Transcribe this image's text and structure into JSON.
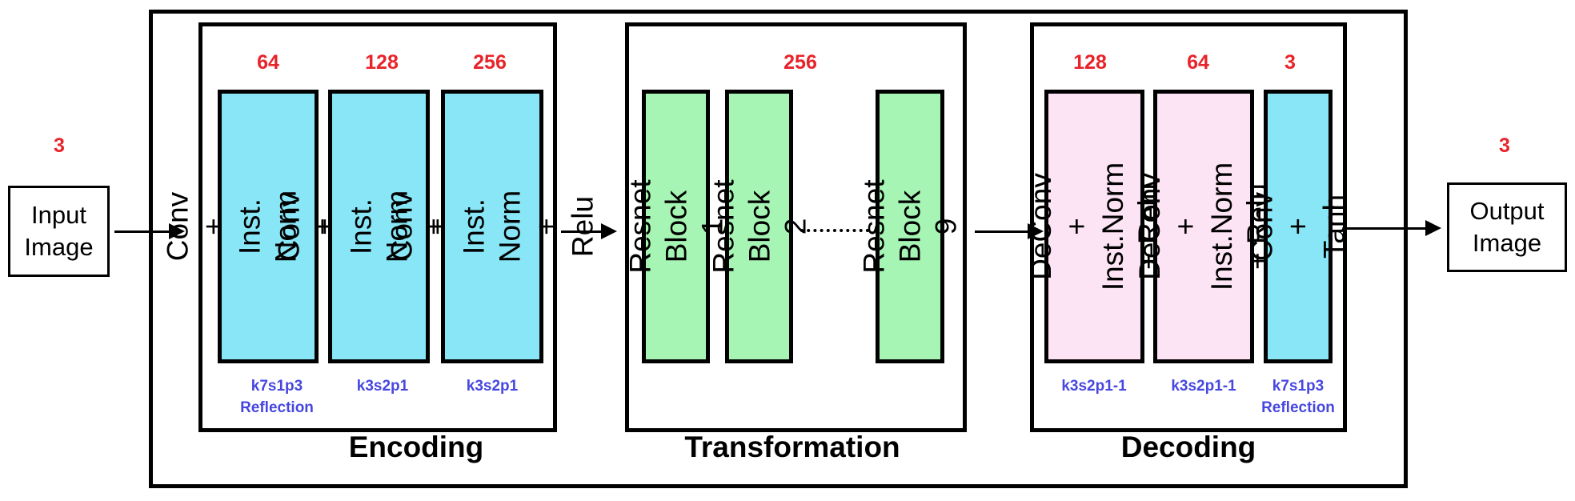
{
  "colors": {
    "encode_block": "#88e6f7",
    "resnet_block": "#a6f5b4",
    "decode_block": "#fde4f4",
    "channel_text": "#e8232a",
    "kernel_text": "#4747e0"
  },
  "input": {
    "label": "Input\nImage",
    "channels": "3"
  },
  "output": {
    "label": "Output\nImage",
    "channels": "3"
  },
  "encoding": {
    "title": "Encoding",
    "blocks": [
      {
        "channels": "64",
        "label": "Conv +\nInst. Norm + Relu",
        "params": "k7s1p3\nReflection"
      },
      {
        "channels": "128",
        "label": "Conv +\nInst. Norm + Relu",
        "params": "k3s2p1"
      },
      {
        "channels": "256",
        "label": "Conv +\nInst. Norm + Relu",
        "params": "k3s2p1"
      }
    ]
  },
  "transformation": {
    "title": "Transformation",
    "channels": "256",
    "blocks": [
      {
        "label": "Resnet Block 1"
      },
      {
        "label": "Resnet Block 2"
      },
      {
        "label": "Resnet Block 9"
      }
    ]
  },
  "decoding": {
    "title": "Decoding",
    "blocks": [
      {
        "channels": "128",
        "label": "DeConv +\nInst.Norm + Relu",
        "params": "k3s2p1-1"
      },
      {
        "channels": "64",
        "label": "DeConv +\nInst.Norm + Relu",
        "params": "k3s2p1-1"
      },
      {
        "channels": "3",
        "label": "Conv + Tanh",
        "params": "k7s1p3\nReflection"
      }
    ]
  }
}
